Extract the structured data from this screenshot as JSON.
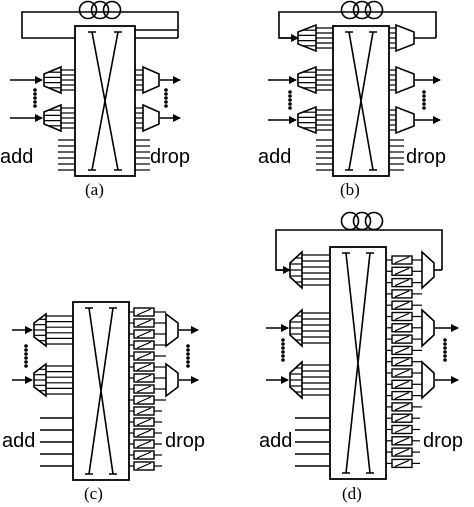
{
  "panels": {
    "a": {
      "caption": "(a)",
      "add_label": "add",
      "drop_label": "drop"
    },
    "b": {
      "caption": "(b)",
      "add_label": "add",
      "drop_label": "drop"
    },
    "c": {
      "caption": "(c)",
      "add_label": "add",
      "drop_label": "drop"
    },
    "d": {
      "caption": "(d)",
      "add_label": "add",
      "drop_label": "drop"
    }
  },
  "icons": {
    "fiber_loop": "three-coil-fiber-spool",
    "switch_fabric": "crossbar-x",
    "mux": "trapezoid-multiplexer",
    "demux": "trapezoid-demultiplexer",
    "converter": "hatched-wavelength-converter",
    "ellipsis": "vertical-dots"
  },
  "colors": {
    "line": "#000000",
    "background": "#ffffff"
  }
}
